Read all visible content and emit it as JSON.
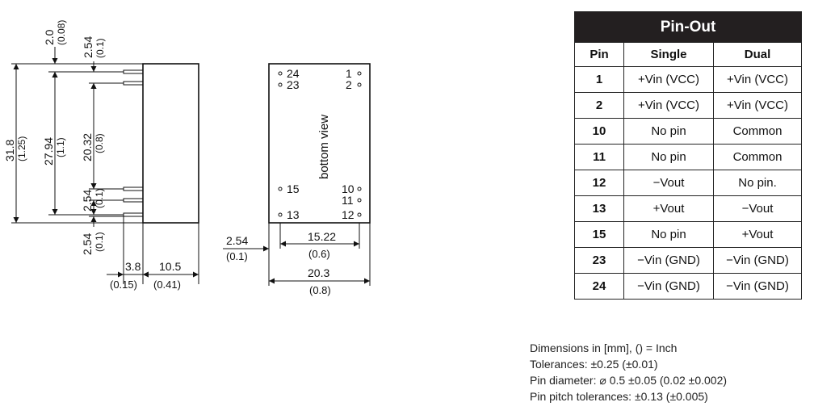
{
  "side_view": {
    "dims": {
      "top_a_mm": "2.0",
      "top_a_in": "(0.08)",
      "top_b_mm": "2.54",
      "top_b_in": "(0.1)",
      "h_mm": "31.8",
      "h_in": "(1.25)",
      "h2_mm": "27.94",
      "h2_in": "(1.1)",
      "h3_mm": "20.32",
      "h3_in": "(0.8)",
      "p_mm": "2.54",
      "p_in": "(0.1)",
      "b_mm": "2.54",
      "b_in": "(0.1)",
      "w1_mm": "3.8",
      "w1_in": "(0.15)",
      "w2_mm": "10.5",
      "w2_in": "(0.41)"
    }
  },
  "bottom_view": {
    "label": "bottom view",
    "pins": {
      "p24": "24",
      "p23": "23",
      "p1": "1",
      "p2": "2",
      "p15": "15",
      "p10": "10",
      "p11": "11",
      "p12": "12",
      "p13": "13"
    },
    "dims": {
      "left_mm": "2.54",
      "left_in": "(0.1)",
      "span_mm": "15.22",
      "span_in": "(0.6)",
      "width_mm": "20.3",
      "width_in": "(0.8)"
    }
  },
  "pinout": {
    "title": "Pin-Out",
    "headers": [
      "Pin",
      "Single",
      "Dual"
    ],
    "rows": [
      [
        "1",
        "+Vin (VCC)",
        "+Vin (VCC)"
      ],
      [
        "2",
        "+Vin (VCC)",
        "+Vin (VCC)"
      ],
      [
        "10",
        "No pin",
        "Common"
      ],
      [
        "11",
        "No pin",
        "Common"
      ],
      [
        "12",
        "−Vout",
        "No pin."
      ],
      [
        "13",
        "+Vout",
        "−Vout"
      ],
      [
        "15",
        "No pin",
        "+Vout"
      ],
      [
        "23",
        "−Vin (GND)",
        "−Vin (GND)"
      ],
      [
        "24",
        "−Vin (GND)",
        "−Vin (GND)"
      ]
    ]
  },
  "notes": [
    "Dimensions in [mm], () = Inch",
    "Tolerances:  ±0.25 (±0.01)",
    "Pin diameter: ⌀ 0.5 ±0.05 (0.02 ±0.002)",
    "Pin pitch tolerances: ±0.13 (±0.005)"
  ]
}
